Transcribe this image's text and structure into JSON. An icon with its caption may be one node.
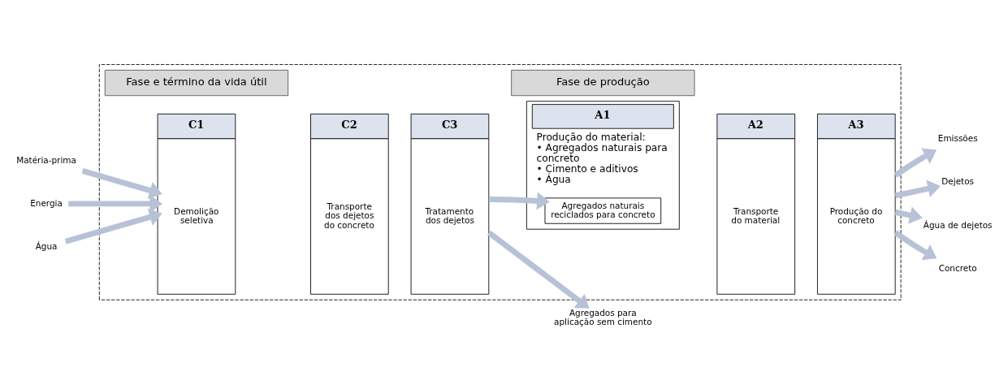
{
  "diagram": {
    "nodes": [
      {
        "text": [],
        "shape": "box"
      },
      {
        "text": [
          "Fase e término da vida útil"
        ],
        "in": 0
      },
      {
        "text": [
          "Fase de produção"
        ],
        "in": 0
      },
      {
        "text": [
          "C1",
          "Demolição seletiva"
        ],
        "in": 0
      },
      {
        "text": [
          "C2",
          "Transporte dos dejetos do concreto"
        ],
        "in": 0
      },
      {
        "text": [
          "C3",
          "Tratamento dos dejetos"
        ],
        "in": 0
      },
      {
        "text": [
          "A1",
          "Produção do material:",
          "• Agregados naturais para concreto",
          "• Cimento e aditivos",
          "• Água"
        ],
        "in": 0
      },
      {
        "text": [
          "Agregados naturais reciclados para concreto"
        ],
        "in": 6
      },
      {
        "text": [
          "A2",
          "Transporte do material"
        ],
        "in": 0
      },
      {
        "text": [
          "A3",
          "Produção do concreto"
        ],
        "in": 0
      },
      {
        "text": [
          "Matéria-prima"
        ]
      },
      {
        "text": [
          "Energia"
        ]
      },
      {
        "text": [
          "Água"
        ]
      },
      {
        "text": [
          "Emissões"
        ]
      },
      {
        "text": [
          "Dejetos"
        ]
      },
      {
        "text": [
          "Água de dejetos"
        ]
      },
      {
        "text": [
          "Agregados para aplicação sem cimento"
        ]
      },
      {
        "text": [
          "Concreto"
        ]
      }
    ],
    "edges": [
      {
        "from": 10,
        "to": 3,
        "arrow": "to"
      },
      {
        "from": 11,
        "to": 3,
        "arrow": "to"
      },
      {
        "from": 12,
        "to": 3,
        "arrow": "to"
      },
      {
        "from": 5,
        "to": 7,
        "arrow": "to"
      },
      {
        "from": 9,
        "to": 13,
        "arrow": "to"
      },
      {
        "from": 9,
        "to": 14,
        "arrow": "to"
      },
      {
        "from": 9,
        "to": 15,
        "arrow": "to"
      },
      {
        "from": 5,
        "to": 16,
        "arrow": "to"
      },
      {
        "from": 9,
        "to": 17,
        "arrow": "to"
      }
    ]
  }
}
